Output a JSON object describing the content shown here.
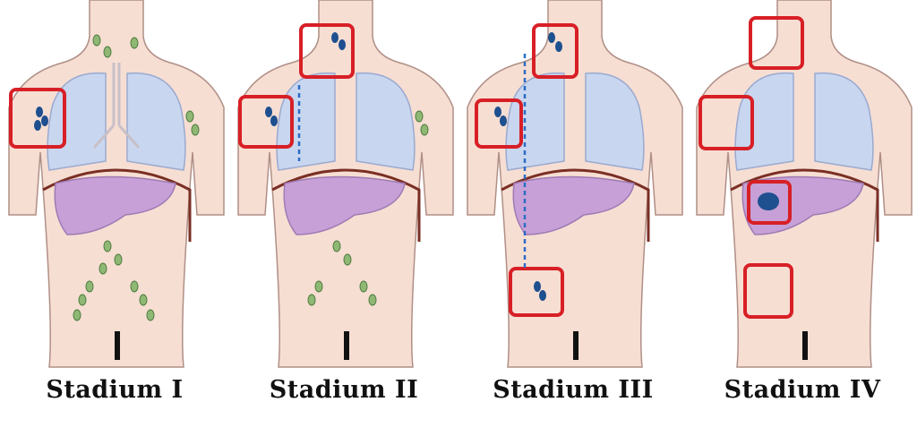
{
  "stages": [
    {
      "label": "Stadium I",
      "affected": [
        "axillary"
      ]
    },
    {
      "label": "Stadium II",
      "affected": [
        "neck",
        "axillary"
      ],
      "same_side_of_diaphragm": true
    },
    {
      "label": "Stadium III",
      "affected": [
        "neck",
        "axillary",
        "abdominal"
      ],
      "both_sides_of_diaphragm": true
    },
    {
      "label": "Stadium IV",
      "affected": [
        "neck",
        "axillary",
        "liver",
        "abdominal"
      ],
      "organ_involvement": "liver"
    }
  ],
  "colors": {
    "skin": "#f6ded3",
    "outline": "#b08f86",
    "lung": "#c9d6ef",
    "liver": "#c6a0d6",
    "diaphragm": "#7a2f24",
    "lymph_node": "#8fb874",
    "tumor_node": "#1e4f8f",
    "highlight": "#d81f26",
    "arrow": "#2b6cc4"
  },
  "icons": {
    "lymph_node": "green-ellipse",
    "tumor": "blue-cluster",
    "spread_arrow": "dashed-double-arrow"
  }
}
